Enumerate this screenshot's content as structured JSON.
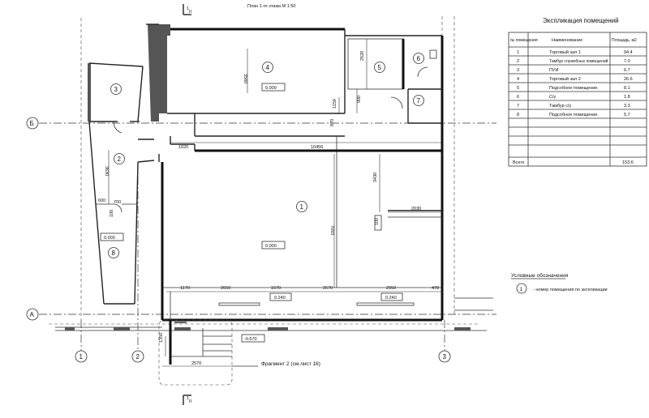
{
  "plan_title": "План 1-го этажа М 1:50",
  "section_marks": {
    "top": "1",
    "top_sub": "II",
    "bottom": "1",
    "bottom_sub": "II"
  },
  "grid_axes": {
    "horizontal": [
      "Б",
      "А"
    ],
    "vertical": [
      "1",
      "2",
      "3"
    ]
  },
  "rooms": [
    {
      "num": "1",
      "level": "0.000"
    },
    {
      "num": "2"
    },
    {
      "num": "3"
    },
    {
      "num": "4",
      "level": "0.000"
    },
    {
      "num": "5"
    },
    {
      "num": "6"
    },
    {
      "num": "7"
    },
    {
      "num": "8",
      "level": "0.000"
    }
  ],
  "levels": {
    "win1": "0.240",
    "win2": "0.240",
    "stair": "-0.670"
  },
  "dimensions": {
    "d1020": "1020",
    "d10456": "10456",
    "d3560": "3560",
    "d2520": "2520",
    "d900": "900",
    "d1150": "1150",
    "d870": "870",
    "d3430": "3430",
    "d2030": "2030",
    "d7093": "7093",
    "d3630": "3630",
    "d600": "600",
    "d700": "700",
    "d1001": "100",
    "d1002": "100",
    "d1170": "1170",
    "d2650": "2650",
    "d1670": "1670",
    "d2670": "2670",
    "d2950": "2950",
    "d478": "478",
    "d2570": "2570",
    "d1350": "1350"
  },
  "fragment_label": "Фрагмент 2 (см.лист 16)",
  "explication": {
    "title": "Экспликация помещений",
    "headers": [
      "№ помещения",
      "Наименование",
      "Площадь, м2"
    ],
    "rows": [
      {
        "num": "1",
        "name": "Торговый зал 1",
        "area": "94.4"
      },
      {
        "num": "2",
        "name": "Тамбур служебных помещений",
        "area": "7.0"
      },
      {
        "num": "3",
        "name": "ПУИ",
        "area": "6.7"
      },
      {
        "num": "4",
        "name": "Торговый зал 2",
        "area": "26.6"
      },
      {
        "num": "5",
        "name": "Подсобное помещение",
        "area": "8.1"
      },
      {
        "num": "6",
        "name": "С/у",
        "area": "1.8"
      },
      {
        "num": "7",
        "name": "Тамбур с/у",
        "area": "3.3"
      },
      {
        "num": "8",
        "name": "Подсобное помещение",
        "area": "5.7"
      }
    ],
    "total_label": "Всего",
    "total_area": "153.6"
  },
  "legend": {
    "title": "Условные обозначения",
    "symbol": "1",
    "text": "- номер помещения по экспликации"
  }
}
